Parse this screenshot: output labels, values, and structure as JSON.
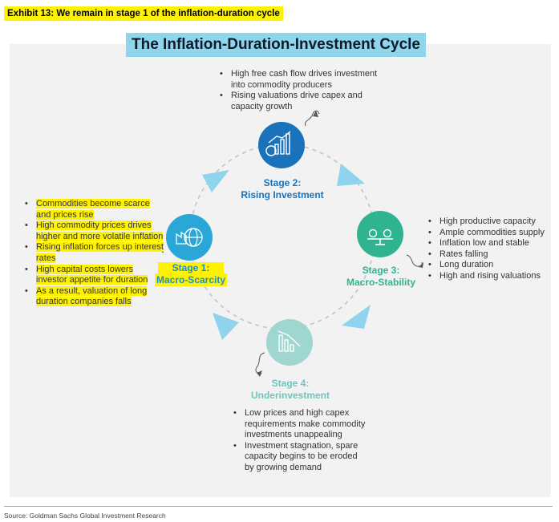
{
  "exhibit_label": "Exhibit 13: We remain in stage 1 of the inflation-duration cycle",
  "title": "The Inflation-Duration-Investment Cycle",
  "stages": {
    "s1": {
      "line1": "Stage 1:",
      "line2": "Macro-Scarcity",
      "color": "#2aa7d6"
    },
    "s2": {
      "line1": "Stage 2:",
      "line2": "Rising Investment",
      "color": "#1a73ba"
    },
    "s3": {
      "line1": "Stage 3:",
      "line2": "Macro-Stability",
      "color": "#2fb391"
    },
    "s4": {
      "line1": "Stage 4:",
      "line2": "Underinvestment",
      "color": "#9fd6d0"
    }
  },
  "bullets": {
    "stage1": [
      "Commodities become scarce and prices rise",
      "High commodity prices drives higher and more volatile inflation",
      "Rising inflation forces up interest rates",
      "High capital costs lowers investor appetite for duration",
      "As a result, valuation of long duration companies falls"
    ],
    "stage2": [
      "High free cash flow drives investment into commodity producers",
      "Rising valuations drive capex and capacity growth"
    ],
    "stage3": [
      "High productive capacity",
      "Ample commodities supply",
      "Inflation low and stable",
      "Rates falling",
      "Long duration",
      "High and rising valuations"
    ],
    "stage4": [
      "Low prices and high capex requirements make commodity investments unappealing",
      "Investment stagnation, spare capacity begins to be eroded by growing demand"
    ]
  },
  "icons": {
    "stage1": "globe-factory-icon",
    "stage2": "growth-chart-money-icon",
    "stage3": "balance-scale-icon",
    "stage4": "declining-chart-icon"
  },
  "colors": {
    "highlight": "#fff200",
    "title_bg": "#8fd5ec",
    "arrow": "#8fd3ec"
  },
  "source": "Source: Goldman Sachs Global Investment Research"
}
